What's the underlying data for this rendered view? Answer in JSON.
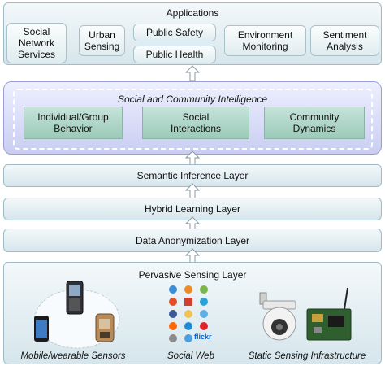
{
  "applications": {
    "title": "Applications",
    "items": {
      "social_network": "Social\nNetwork\nServices",
      "urban_sensing": "Urban\nSensing",
      "public_safety": "Public Safety",
      "public_health": "Public Health",
      "environment": "Environment\nMonitoring",
      "sentiment": "Sentiment\nAnalysis"
    }
  },
  "intelligence": {
    "title": "Social and Community Intelligence",
    "items": {
      "individual": "Individual/Group\nBehavior",
      "social": "Social\nInteractions",
      "community": "Community\nDynamics"
    }
  },
  "layers": {
    "semantic": "Semantic Inference Layer",
    "hybrid": "Hybrid Learning Layer",
    "anonymization": "Data Anonymization Layer"
  },
  "sensing": {
    "title": "Pervasive Sensing Layer",
    "captions": {
      "mobile": "Mobile/wearable Sensors",
      "social_web": "Social Web",
      "static": "Static Sensing Infrastructure"
    },
    "flickr_logo": "flickr"
  },
  "colors": {
    "layer_fill": "#d6e6ec",
    "intelligence_fill": "#c9cdf1",
    "intelligence_box": "#9ccab9",
    "arrow": "#ffffff"
  }
}
